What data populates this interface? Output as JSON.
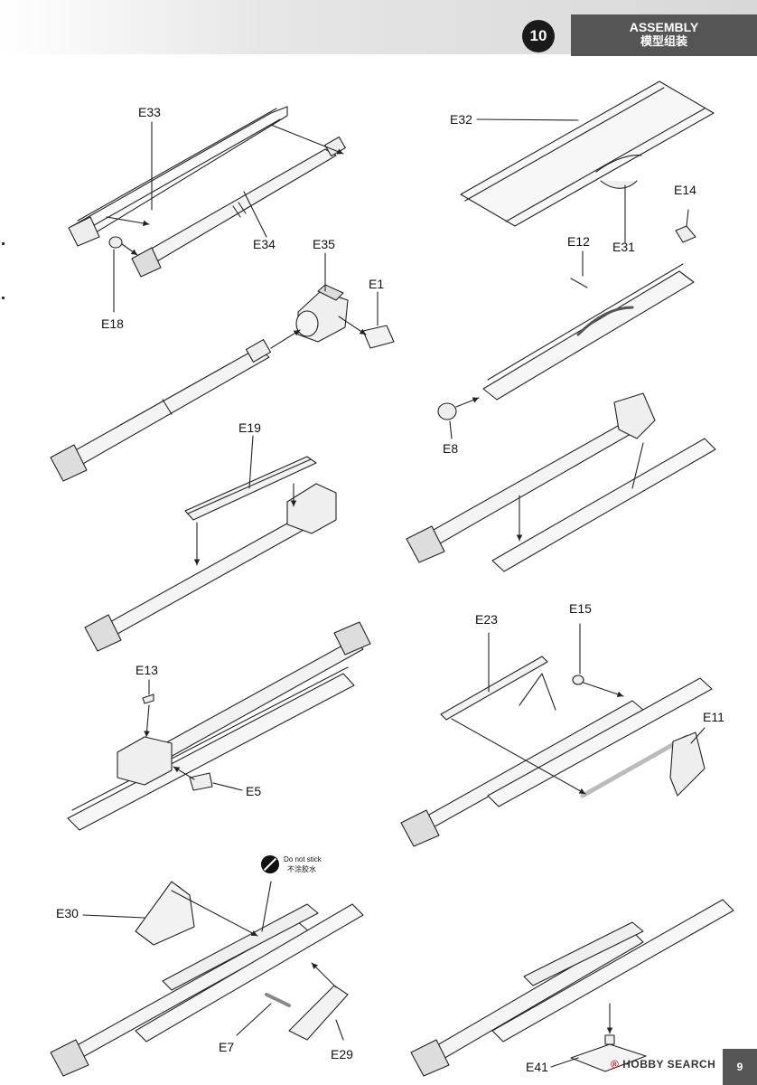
{
  "header": {
    "step_number": "10",
    "title_en": "ASSEMBLY",
    "title_cn": "模型组装"
  },
  "labels": {
    "E33": "E33",
    "E34": "E34",
    "E18": "E18",
    "E35": "E35",
    "E1": "E1",
    "E32": "E32",
    "E31": "E31",
    "E14": "E14",
    "E12": "E12",
    "E8": "E8",
    "E19": "E19",
    "E13": "E13",
    "E5": "E5",
    "E23": "E23",
    "E15": "E15",
    "E11": "E11",
    "E30": "E30",
    "E7": "E7",
    "E29": "E29",
    "E41": "E41"
  },
  "note": {
    "en": "Do not stick",
    "cn": "不涂胶水",
    "icon": "no-glue-icon"
  },
  "watermark": {
    "mark": "®",
    "text": "HOBBY SEARCH"
  },
  "page_tab": "9"
}
